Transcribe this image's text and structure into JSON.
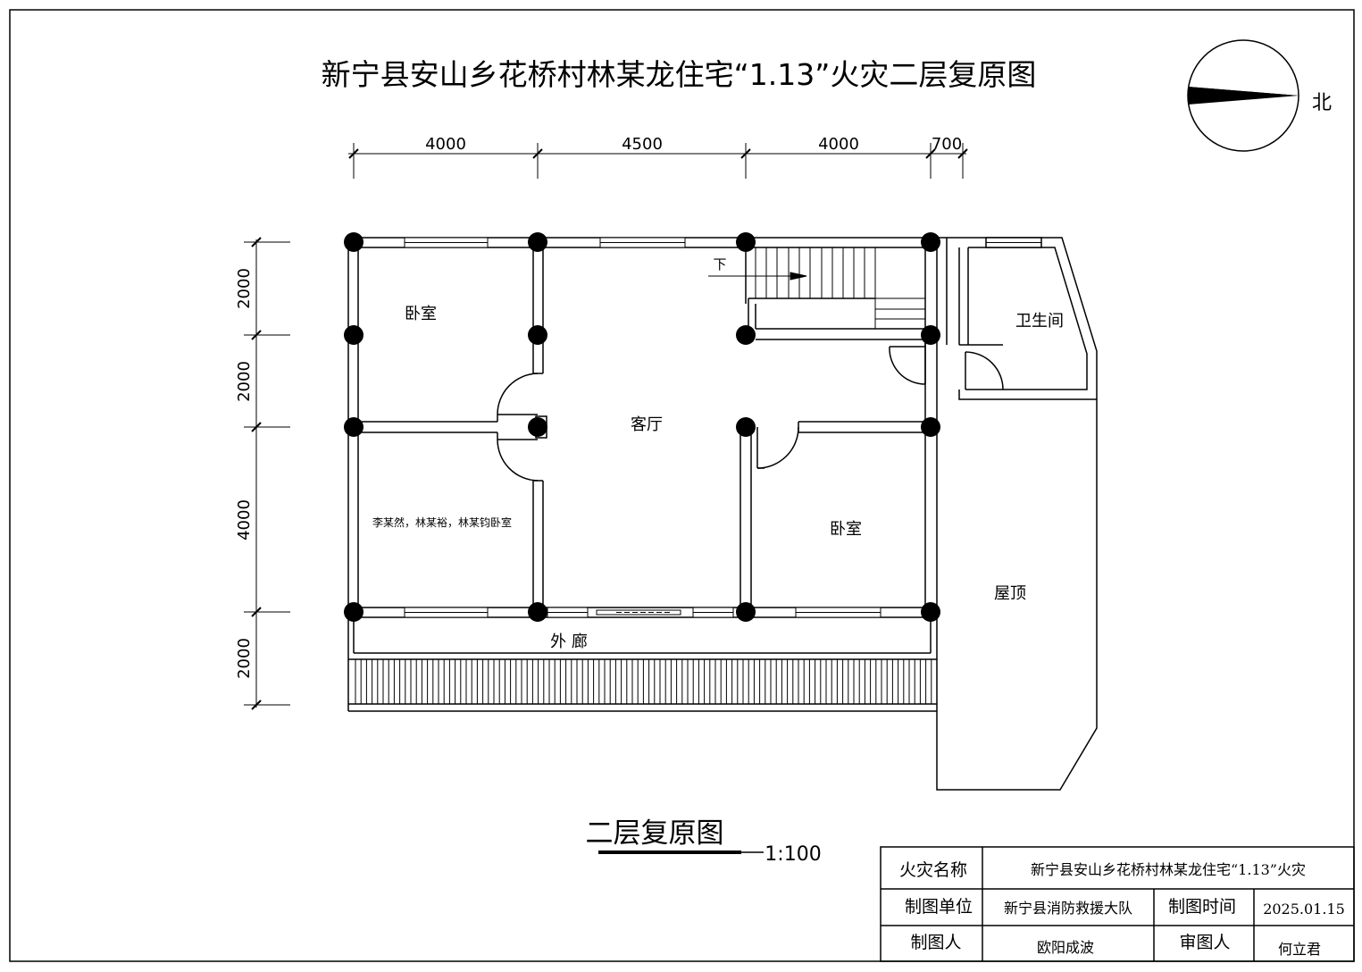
{
  "title": "新宁县安山乡花桥村林某龙住宅“1.13”火灾二层复原图",
  "north_label": "北",
  "dimensions": {
    "top": [
      "4000",
      "4500",
      "4000",
      "700"
    ],
    "left": [
      "2000",
      "2000",
      "4000",
      "2000"
    ]
  },
  "rooms": {
    "bedroom_nw": "卧室",
    "bedroom_sw": "李某然，林某裕，林某钧卧室",
    "living": "客厅",
    "bedroom_e": "卧室",
    "bathroom": "卫生间",
    "corridor": "外 廊",
    "roof": "屋顶",
    "stairs_down": "下"
  },
  "drawing_name": "二层复原图",
  "scale": "1:100",
  "title_block": {
    "fire_name_label": "火灾名称",
    "fire_name": "新宁县安山乡花桥村林某龙住宅“1.13”火灾",
    "unit_label": "制图单位",
    "unit": "新宁县消防救援大队",
    "time_label": "制图时间",
    "time": "2025.01.15",
    "drafter_label": "制图人",
    "drafter": "欧阳成波",
    "reviewer_label": "审图人",
    "reviewer": "何立君"
  }
}
